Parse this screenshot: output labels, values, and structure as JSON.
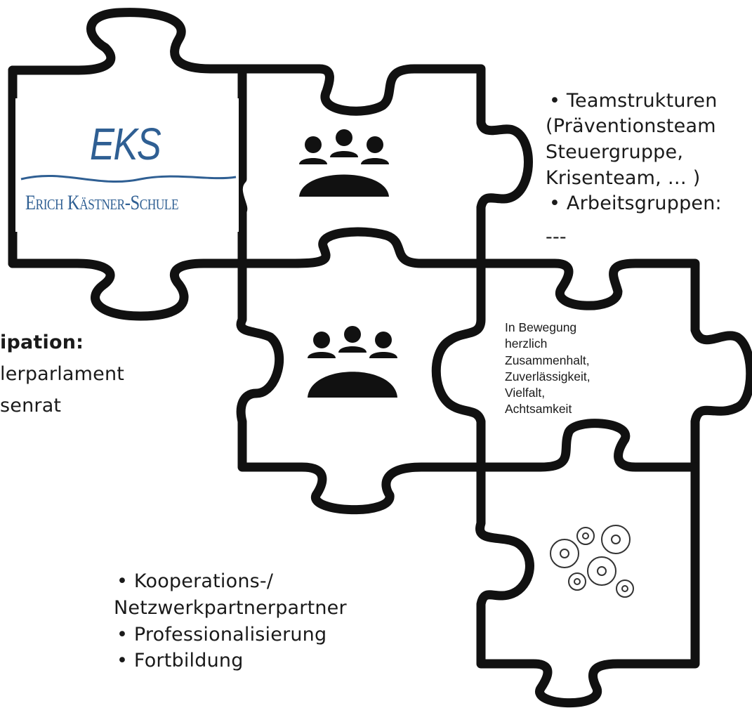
{
  "logo": {
    "title": "EKS",
    "subtitle": "Erich Kästner-Schule",
    "accent_color": "#2f5f93"
  },
  "icons": {
    "group_top": "group-meeting-icon",
    "group_middle": "group-meeting-icon",
    "gears": "gears-icon"
  },
  "team_structures": {
    "line1": "Teamstrukturen",
    "line2": "(Präventionsteam",
    "line3": "Steuergruppe,",
    "line4": "Krisenteam, … )",
    "line5": "Arbeitsgruppen:",
    "line6": "---"
  },
  "participation": {
    "heading": "ipation:",
    "line1": "lerparlament",
    "line2": "senrat"
  },
  "values": {
    "line1": "In Bewegung",
    "line2": "herzlich",
    "line3": "Zusammenhalt,",
    "line4": "Zuverlässigkeit,",
    "line5": "Vielfalt,",
    "line6": "Achtsamkeit"
  },
  "cooperation": {
    "line1": "Kooperations-/",
    "line2": "Netzwerkpartnerpartner",
    "line3": "Professionalisierung",
    "line4": "Fortbildung"
  }
}
